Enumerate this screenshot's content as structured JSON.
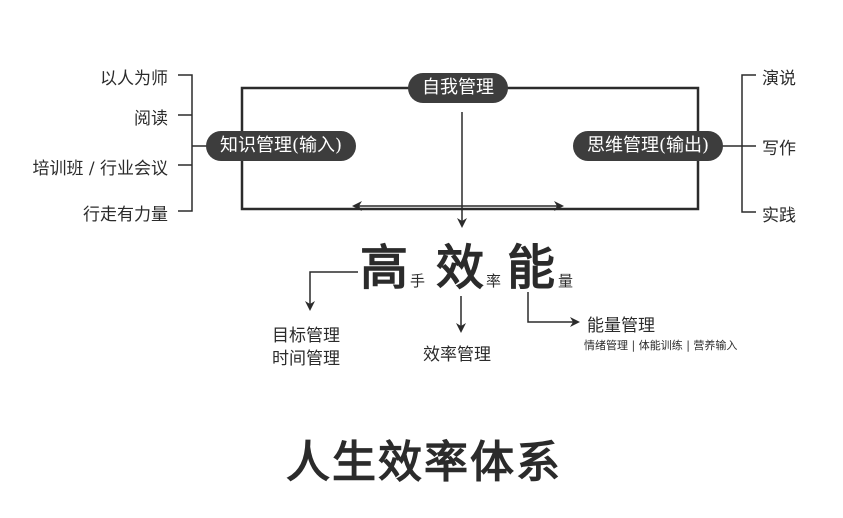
{
  "top_node": "自我管理",
  "left_node": "知识管理(输入)",
  "right_node": "思维管理(输出)",
  "left_inputs": [
    "以人为师",
    "阅读",
    "培训班 / 行业会议",
    "行走有力量"
  ],
  "right_outputs": [
    "演说",
    "写作",
    "实践"
  ],
  "headline": {
    "part1_big": "高",
    "part1_small": "手",
    "part2_big": "效",
    "part2_small": "率",
    "part3_big": "能",
    "part3_small": "量"
  },
  "branch_left": [
    "目标管理",
    "时间管理"
  ],
  "branch_middle": "效率管理",
  "branch_right_title": "能量管理",
  "branch_right_detail": "情绪管理 | 体能训练 | 营养输入",
  "footer_title": "人生效率体系",
  "colors": {
    "ink": "#2b2b2b",
    "pill": "#3d3d3d",
    "background": "#ffffff"
  }
}
